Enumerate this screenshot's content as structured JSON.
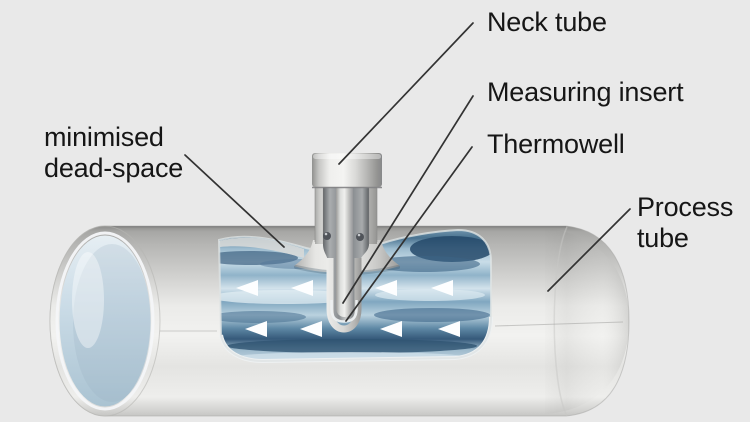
{
  "figure": {
    "background_color": "#e9e9e9",
    "label_text_color": "#161616",
    "leader_line_color": "#333333",
    "labels": {
      "neck_tube": "Neck tube",
      "measuring_insert": "Measuring insert",
      "thermowell": "Thermowell",
      "dead_space": "minimised dead-space",
      "process_tube": "Process tube"
    },
    "flow_arrows": {
      "direction": "left",
      "count": 8,
      "rows": 2,
      "color": "#ffffff"
    },
    "colors": {
      "pipe_metal_light": "#f2f2f0",
      "pipe_metal_mid": "#c6c6c4",
      "pipe_metal_dark": "#8d8d8b",
      "pipe_bore_blue": "#cbdce7",
      "water_light": "#d3e3ec",
      "water_mid": "#80a7c0",
      "water_dark": "#2d5271"
    }
  }
}
